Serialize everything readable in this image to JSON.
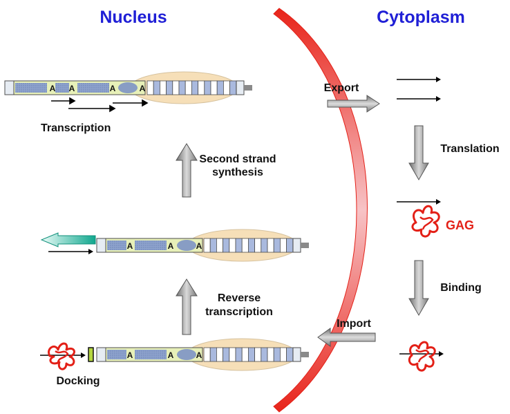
{
  "headers": {
    "nucleus": "Nucleus",
    "cytoplasm": "Cytoplasm"
  },
  "labels": {
    "transcription": "Transcription",
    "second_strand_line1": "Second strand",
    "second_strand_line2": "synthesis",
    "reverse_line1": "Reverse",
    "reverse_line2": "transcription",
    "docking": "Docking",
    "export": "Export",
    "import": "Import",
    "translation": "Translation",
    "binding": "Binding",
    "gag": "GAG"
  },
  "element_letter": "A",
  "colors": {
    "header": "#1f1fd6",
    "membrane": "#e32017",
    "gag": "#e32017",
    "dna_box": "#e7f0b8",
    "segment_fill": "#8fa4cf",
    "bead_fill": "#a9b9de",
    "ellipse_fill": "#f6dfb8",
    "arrow_grey": "#9a9a9a",
    "primer_teal": "#17b39a"
  },
  "icons": {
    "protein": "gag-protein-coil-icon",
    "membrane": "nuclear-membrane-arc"
  }
}
